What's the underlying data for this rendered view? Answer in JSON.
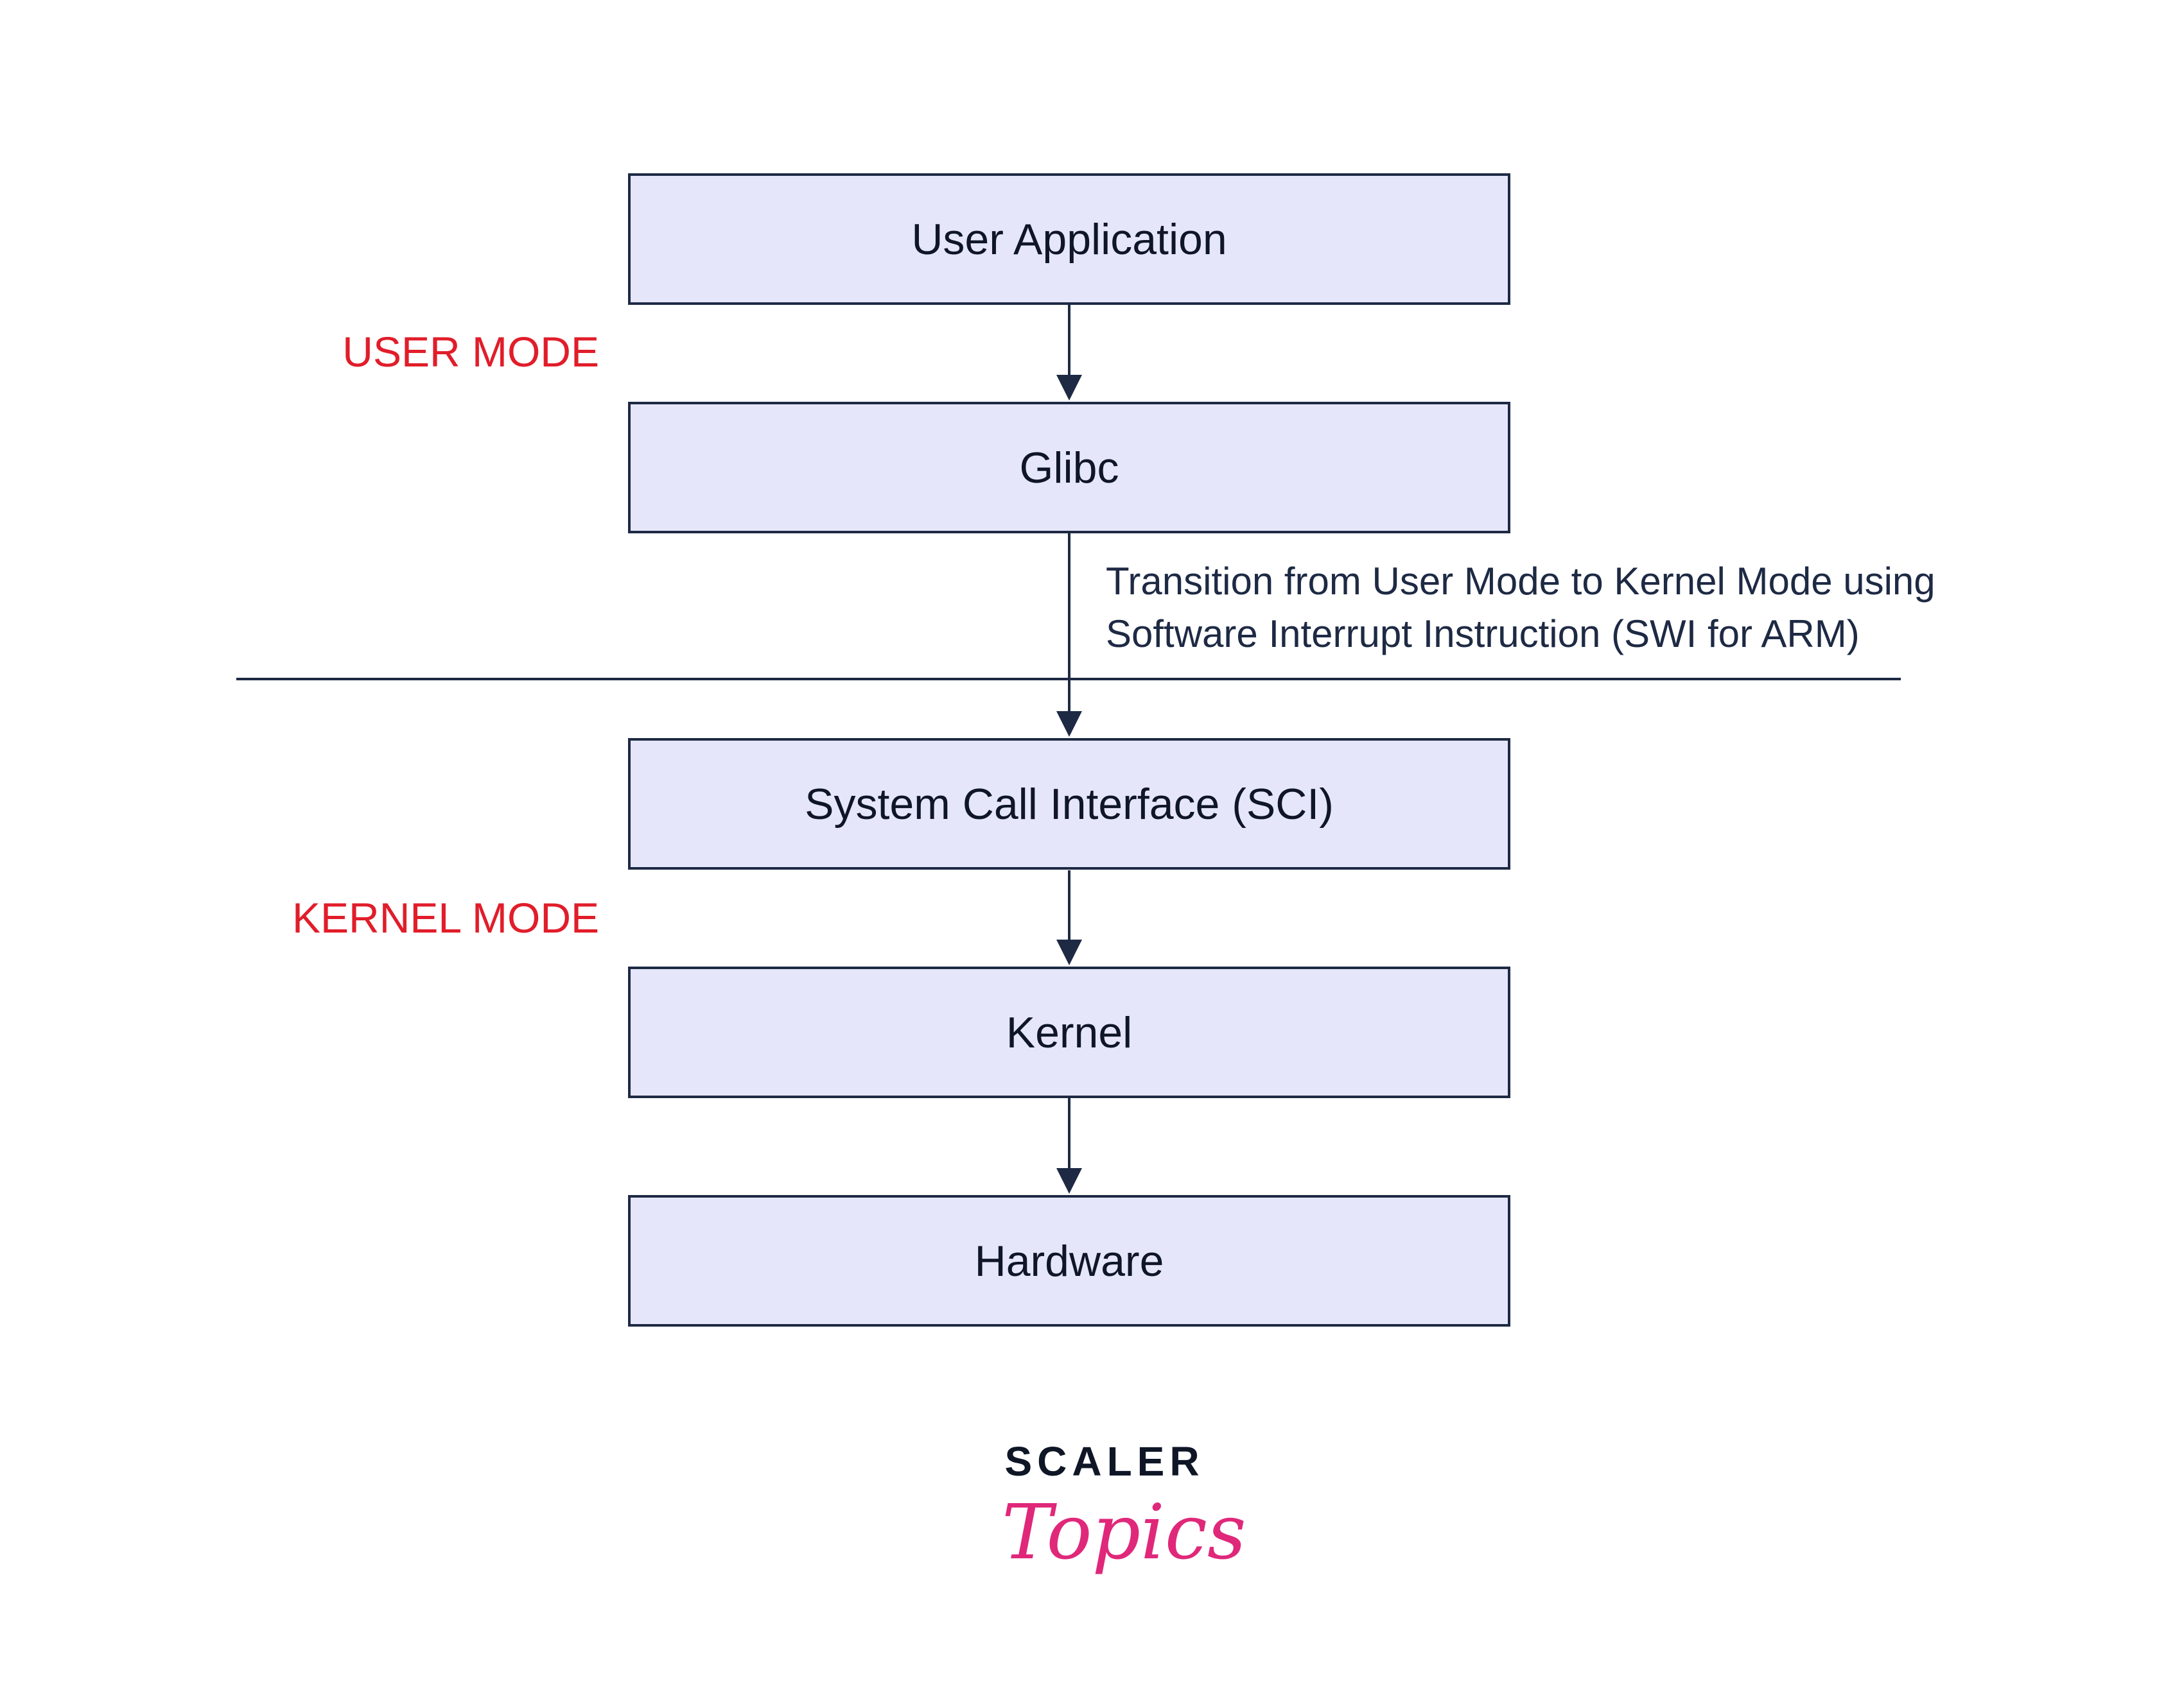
{
  "boxes": {
    "user_application": "User Application",
    "glibc": "Glibc",
    "sci": "System Call Interface (SCI)",
    "kernel": "Kernel",
    "hardware": "Hardware"
  },
  "labels": {
    "user_mode": "USER MODE",
    "kernel_mode": "KERNEL MODE"
  },
  "transition_note": {
    "line1": "Transition from User Mode to Kernel Mode using",
    "line2": "Software Interrupt Instruction (SWI for ARM)"
  },
  "logo": {
    "word": "SCALER",
    "script": "Topics"
  },
  "colors": {
    "box_fill": "#e6e6fb",
    "box_border": "#1e2a44",
    "mode_label": "#e11d2a",
    "logo_script": "#e0287a"
  }
}
